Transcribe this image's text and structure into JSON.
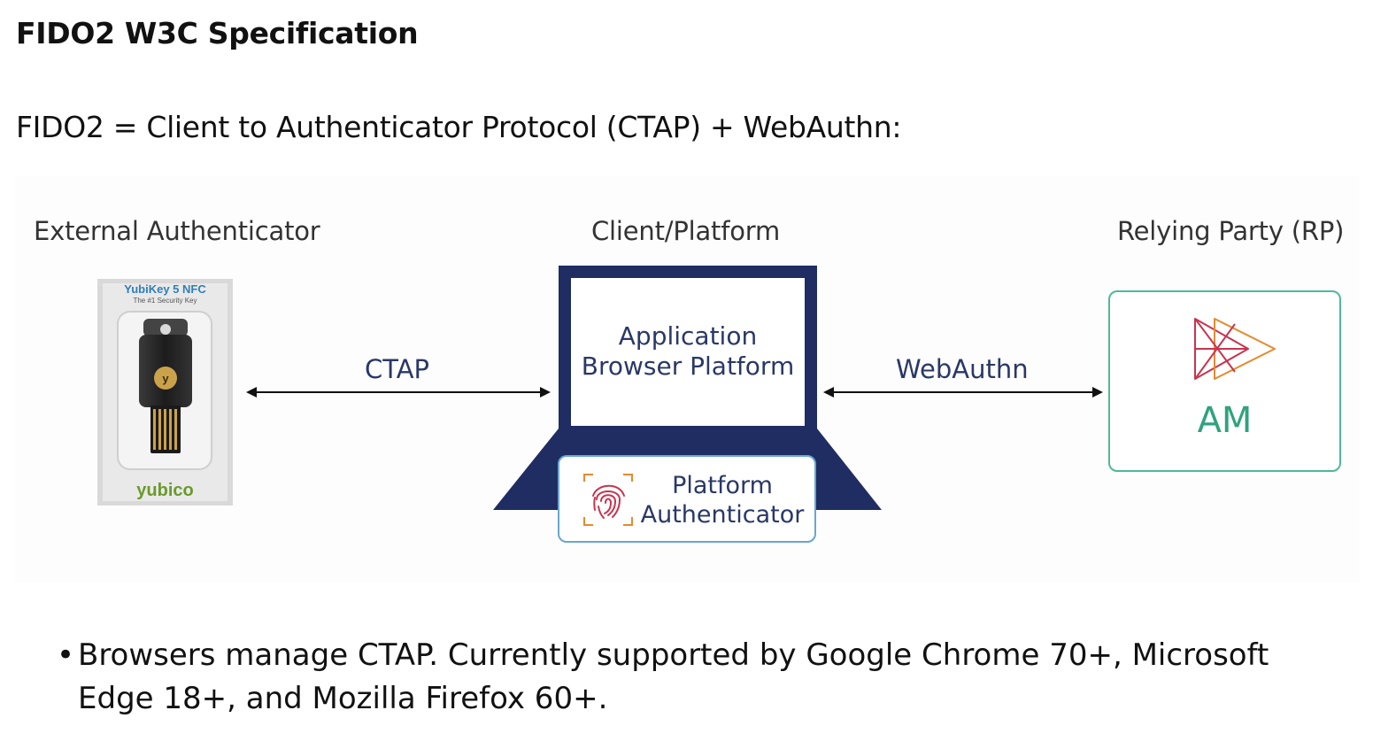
{
  "title": "FIDO2 W3C Specification",
  "subtitle": "FIDO2 = Client to Authenticator Protocol (CTAP) + WebAuthn:",
  "diagram": {
    "external_label": "External Authenticator",
    "client_label": "Client/Platform",
    "rp_label": "Relying Party (RP)",
    "ctap_label": "CTAP",
    "webauthn_label": "WebAuthn",
    "laptop_line1": "Application",
    "laptop_line2": "Browser Platform",
    "platform_line1": "Platform",
    "platform_line2": "Authenticator",
    "am_label": "AM",
    "yubikey_title": "YubiKey 5 NFC",
    "yubikey_tagline": "The #1 Security Key",
    "yubico_brand": "yubico"
  },
  "bullet": {
    "marker": "•",
    "text": "Browsers manage CTAP. Currently supported by Google Chrome 70+, Microsoft Edge 18+, and Mozilla Firefox 60+."
  },
  "colors": {
    "navy": "#1f2d63",
    "label_blue": "#2a3866",
    "green": "#2fa37c",
    "red": "#c7344f",
    "orange": "#e68a2e"
  }
}
